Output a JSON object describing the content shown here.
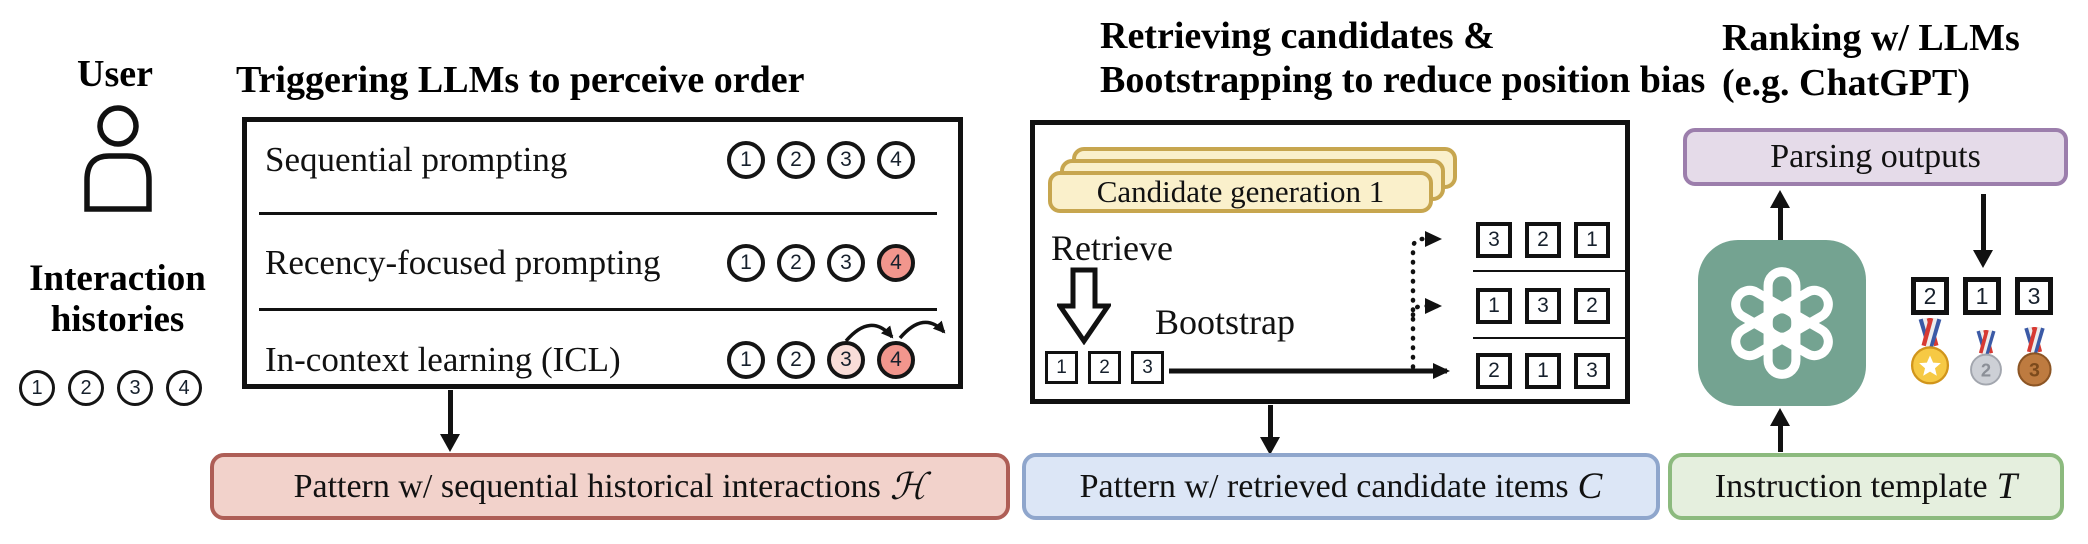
{
  "colors": {
    "salmon": "#F2968D",
    "light_pink": "#F9DDD8",
    "history_fill": "#F2D2CB",
    "history_border": "#AE5E56",
    "candidates_fill": "#DCE6F6",
    "candidates_border": "#8FA6CC",
    "instruction_fill": "#E5EFDE",
    "instruction_border": "#8CBA7E",
    "parsing_fill": "#E5DBE9",
    "parsing_border": "#9C7EAC",
    "card_fill": "#FAF0CB",
    "card_border": "#C7A64F",
    "openai_green": "#74A391"
  },
  "left": {
    "user_label": "User",
    "histories_line1": "Interaction",
    "histories_line2": "histories",
    "history_items": [
      "1",
      "2",
      "3",
      "4"
    ]
  },
  "perceive": {
    "title": "Triggering LLMs to perceive order",
    "rows": [
      {
        "label": "Sequential prompting",
        "circles": [
          {
            "n": "1",
            "fill": "#FFFFFF"
          },
          {
            "n": "2",
            "fill": "#FFFFFF"
          },
          {
            "n": "3",
            "fill": "#FFFFFF"
          },
          {
            "n": "4",
            "fill": "#FFFFFF"
          }
        ]
      },
      {
        "label": "Recency-focused prompting",
        "circles": [
          {
            "n": "1",
            "fill": "#FFFFFF"
          },
          {
            "n": "2",
            "fill": "#FFFFFF"
          },
          {
            "n": "3",
            "fill": "#FFFFFF"
          },
          {
            "n": "4",
            "fill": "#F2968D"
          }
        ]
      },
      {
        "label": "In-context learning (ICL)",
        "circles": [
          {
            "n": "1",
            "fill": "#FFFFFF"
          },
          {
            "n": "2",
            "fill": "#FFFFFF"
          },
          {
            "n": "3",
            "fill": "#F9DDD8"
          },
          {
            "n": "4",
            "fill": "#F2968D"
          }
        ]
      }
    ]
  },
  "retrieval": {
    "title_line1": "Retrieving candidates &",
    "title_line2": "Bootstrapping to reduce position bias",
    "card_label": "Candidate generation 1",
    "retrieve_label": "Retrieve",
    "bootstrap_label": "Bootstrap",
    "source_items": [
      "1",
      "2",
      "3"
    ],
    "permutations": [
      [
        "3",
        "2",
        "1"
      ],
      [
        "1",
        "3",
        "2"
      ],
      [
        "2",
        "1",
        "3"
      ]
    ]
  },
  "ranking": {
    "title_line1": "Ranking w/ LLMs",
    "title_line2": "(e.g. ChatGPT)",
    "parsing_label": "Parsing outputs",
    "result_items": [
      "2",
      "1",
      "3"
    ],
    "medals": {
      "silver_label": "2",
      "bronze_label": "3"
    }
  },
  "patterns": {
    "history_text": "Pattern w/ sequential historical interactions",
    "history_symbol": "ℋ",
    "candidates_text": "Pattern w/ retrieved candidate items",
    "candidates_symbol": "C",
    "instruction_text": "Instruction template",
    "instruction_symbol": "T"
  }
}
